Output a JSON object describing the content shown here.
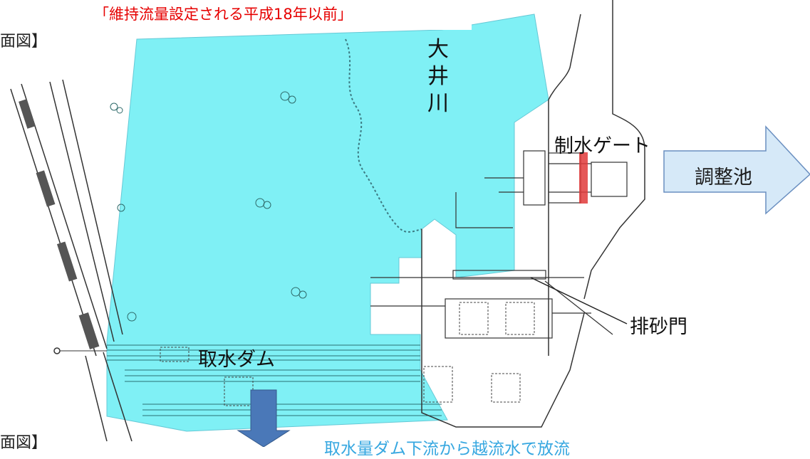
{
  "title": "「維持流量設定される平成18年以前」",
  "fig_label_top": "面図】",
  "fig_label_bottom": "面図】",
  "labels": {
    "river_1": "大",
    "river_2": "井",
    "river_3": "川",
    "control_gate": "制水ゲート",
    "regulating_pond": "調整池",
    "sand_gate": "排砂門",
    "intake_dam": "取水ダム"
  },
  "bottom_note": "取水量ダム下流から越流水で放流",
  "colors": {
    "water": "#7ff0f5",
    "arrow_light": "#d6e9f8",
    "arrow_dark": "#4a78b8",
    "gate_red": "#e03a3a",
    "title_red": "#e60000"
  }
}
